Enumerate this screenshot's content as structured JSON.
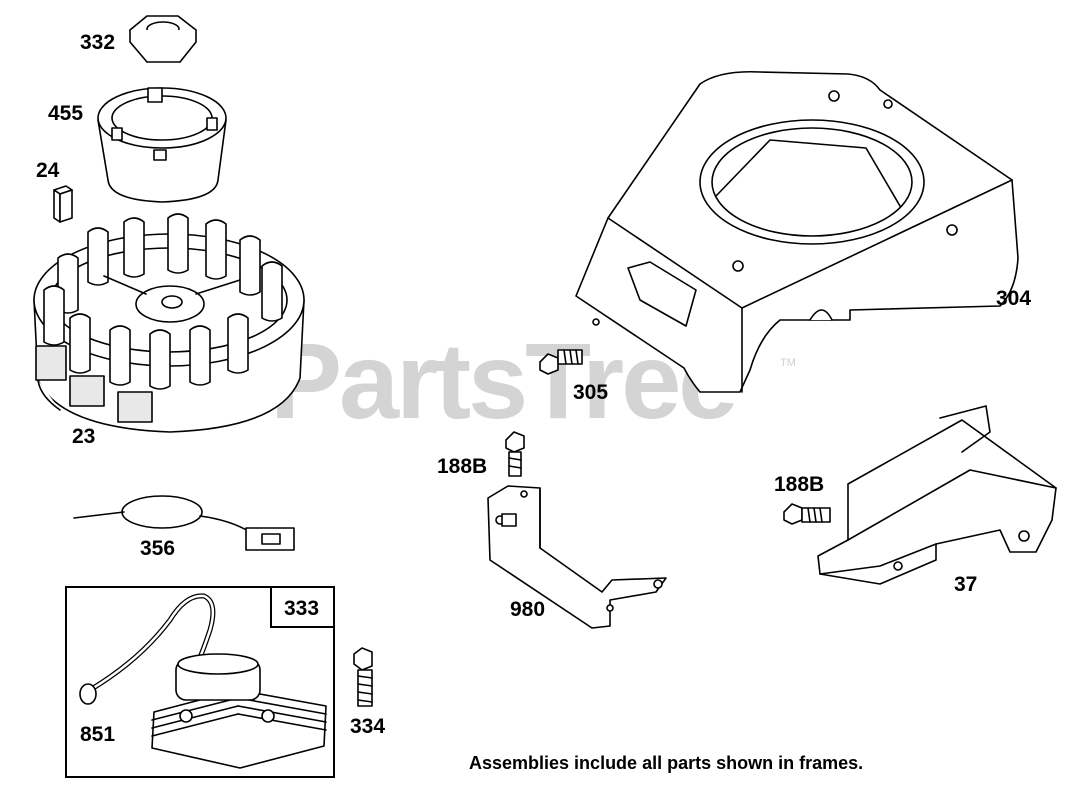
{
  "watermark": {
    "text": "PartsTree",
    "tm": "TM"
  },
  "labels": {
    "p332": "332",
    "p455": "455",
    "p24": "24",
    "p23": "23",
    "p356": "356",
    "p333": "333",
    "p851": "851",
    "p334": "334",
    "p304": "304",
    "p305": "305",
    "p188b_left": "188B",
    "p980": "980",
    "p188b_right": "188B",
    "p37": "37"
  },
  "footnote": "Assemblies include all parts shown in frames."
}
